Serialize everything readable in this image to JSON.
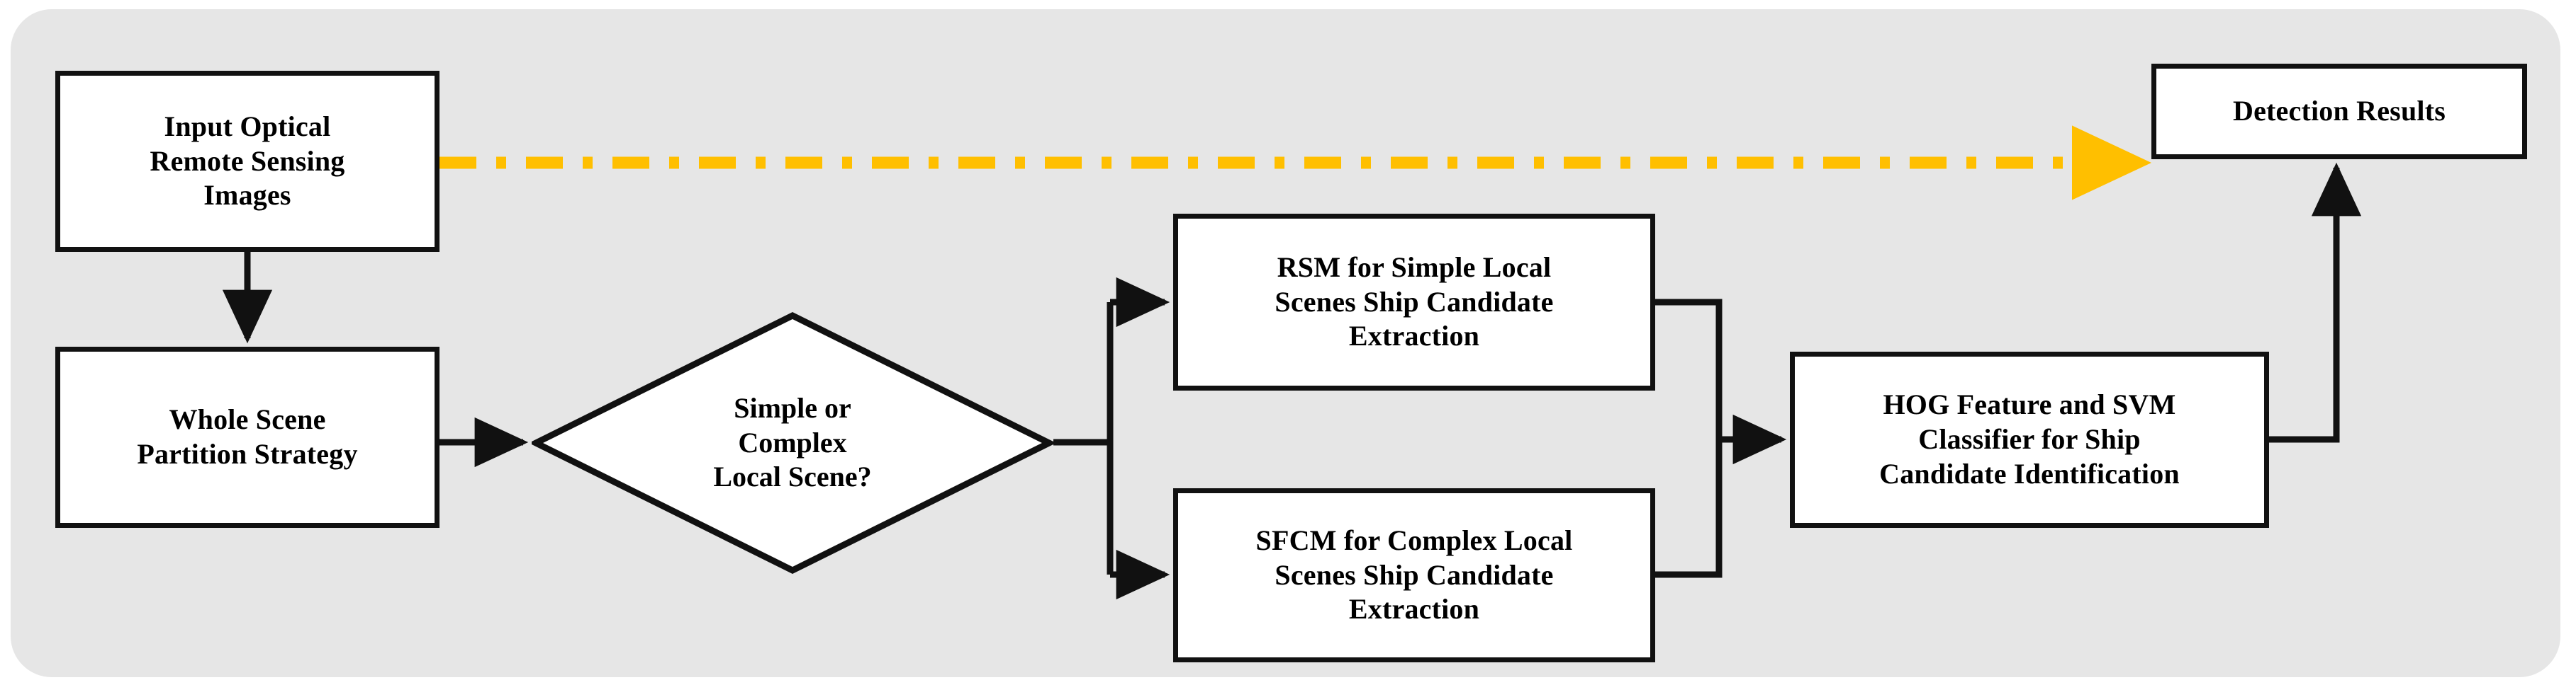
{
  "figure": {
    "kind": "flowchart",
    "background_color": "#ffffff",
    "panel_color": "#e6e6e6",
    "stroke_color": "#111111",
    "highlight_color": "#FFBF00",
    "node_fill": "#ffffff"
  },
  "nodes": {
    "input": {
      "id": "input-optical-remote-sensing-images",
      "shape": "rectangle",
      "label": "Input Optical\nRemote Sensing\nImages"
    },
    "partition": {
      "id": "whole-scene-partition-strategy",
      "shape": "rectangle",
      "label": "Whole Scene\nPartition Strategy"
    },
    "decision": {
      "id": "simple-or-complex-local-scene",
      "shape": "diamond",
      "label": "Simple or\nComplex\nLocal Scene?"
    },
    "rsm": {
      "id": "rsm-simple-local-scenes-ship-candidate-extraction",
      "shape": "rectangle",
      "label": "RSM for Simple Local\nScenes Ship Candidate\nExtraction"
    },
    "sfcm": {
      "id": "sfcm-complex-local-scenes-ship-candidate-extraction",
      "shape": "rectangle",
      "label": "SFCM for Complex Local\nScenes Ship Candidate\nExtraction"
    },
    "hog": {
      "id": "hog-feature-svm-classifier-ship-candidate-identification",
      "shape": "rectangle",
      "label": "HOG Feature and SVM\nClassifier for Ship\nCandidate Identification"
    },
    "detection": {
      "id": "detection-results",
      "shape": "rectangle",
      "label": "Detection Results"
    }
  },
  "edges": [
    {
      "id": "edge-input-to-partition",
      "from": "input",
      "to": "partition",
      "style": "solid",
      "arrow": "down",
      "color": "#111111"
    },
    {
      "id": "edge-partition-to-decision",
      "from": "partition",
      "to": "decision",
      "style": "solid",
      "arrow": "right",
      "color": "#111111"
    },
    {
      "id": "edge-decision-to-rsm",
      "from": "decision",
      "to": "rsm",
      "style": "solid",
      "arrow": "right",
      "color": "#111111"
    },
    {
      "id": "edge-decision-to-sfcm",
      "from": "decision",
      "to": "sfcm",
      "style": "solid",
      "arrow": "right",
      "color": "#111111"
    },
    {
      "id": "edge-rsm-to-hog",
      "from": "rsm",
      "to": "hog",
      "style": "solid",
      "arrow": "right",
      "color": "#111111"
    },
    {
      "id": "edge-sfcm-to-hog",
      "from": "sfcm",
      "to": "hog",
      "style": "solid",
      "arrow": "right",
      "color": "#111111"
    },
    {
      "id": "edge-hog-to-detection",
      "from": "hog",
      "to": "detection",
      "style": "solid",
      "arrow": "up",
      "color": "#111111"
    },
    {
      "id": "edge-input-to-detection",
      "from": "input",
      "to": "detection",
      "style": "dash-dot",
      "arrow": "right",
      "color": "#FFBF00"
    }
  ]
}
